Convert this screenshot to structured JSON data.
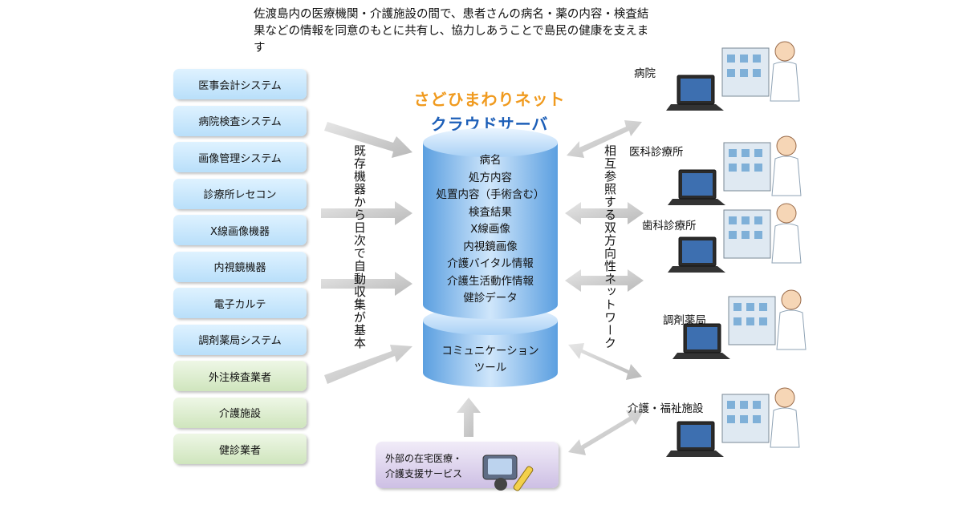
{
  "intro_text": "佐渡島内の医療機関・介護施設の間で、患者さんの病名・薬の内容・検査結果などの情報を同意のもとに共有し、協力しあうことで島民の健康を支えます",
  "sources": [
    {
      "label": "医事会計システム",
      "group": "blue"
    },
    {
      "label": "病院検査システム",
      "group": "blue"
    },
    {
      "label": "画像管理システム",
      "group": "blue"
    },
    {
      "label": "診療所レセコン",
      "group": "blue"
    },
    {
      "label": "X線画像機器",
      "group": "blue"
    },
    {
      "label": "内視鏡機器",
      "group": "blue"
    },
    {
      "label": "電子カルテ",
      "group": "blue"
    },
    {
      "label": "調剤薬局システム",
      "group": "blue"
    },
    {
      "label": "外注検査業者",
      "group": "green"
    },
    {
      "label": "介護施設",
      "group": "green"
    },
    {
      "label": "健診業者",
      "group": "green"
    }
  ],
  "left_flow_label": "既存機器から日次で自動収集が基本",
  "server": {
    "name": "さどひまわりネット",
    "subtitle": "クラウドサーバ",
    "data_items": [
      "病名",
      "処方内容",
      "処置内容（手術含む）",
      "検査結果",
      "X線画像",
      "内視鏡画像",
      "介護バイタル情報",
      "介護生活動作情報",
      "健診データ"
    ],
    "tool_line1": "コミュニケーション",
    "tool_line2": "ツール"
  },
  "right_flow_label": "相互参照する双方向性ネットワーク",
  "facilities": [
    "病院",
    "医科診療所",
    "歯科診療所",
    "調剤薬局",
    "介護・福祉施設"
  ],
  "home_care": {
    "line1": "外部の在宅医療・",
    "line2": "介護支援サービス"
  },
  "colors": {
    "source_blue": "#c6e6fb",
    "source_green": "#d9ecca",
    "server": "#7fb6ea",
    "title_orange": "#f09a1e",
    "title_blue": "#1d5fb8",
    "arrow": "#c8c8c8"
  }
}
